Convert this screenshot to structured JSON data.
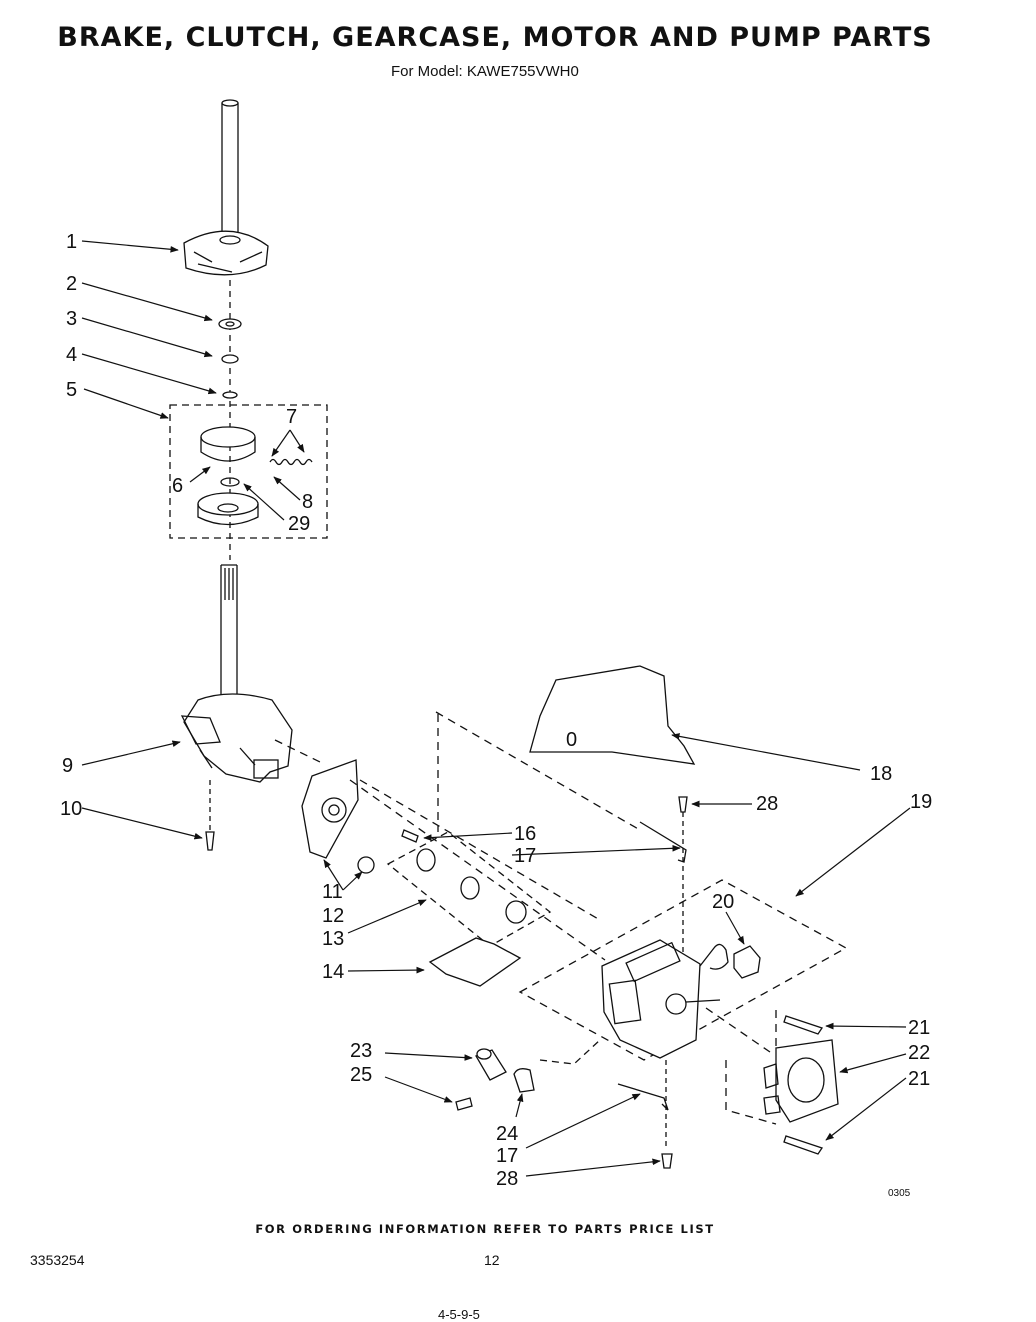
{
  "header": {
    "title": "BRAKE, CLUTCH, GEARCASE, MOTOR AND PUMP PARTS",
    "subtitle": "For Model: KAWE755VWH0"
  },
  "callouts": {
    "c1": "1",
    "c2": "2",
    "c3": "3",
    "c4": "4",
    "c5": "5",
    "c6": "6",
    "c7": "7",
    "c8": "8",
    "c29": "29",
    "c9": "9",
    "c10": "10",
    "c11": "11",
    "c12": "12",
    "c13": "13",
    "c14": "14",
    "c16": "16",
    "c17a": "17",
    "c18": "18",
    "c28a": "28",
    "c19": "19",
    "c20": "20",
    "c21a": "21",
    "c22": "22",
    "c21b": "21",
    "c23": "23",
    "c25": "25",
    "c24": "24",
    "c17b": "17",
    "c28b": "28"
  },
  "footer": {
    "ordering_note": "FOR ORDERING INFORMATION REFER TO PARTS PRICE LIST",
    "doc_number": "3353254",
    "page_number": "12",
    "drawing_code": "0305",
    "bottom_mark": "4-5-9-5"
  }
}
